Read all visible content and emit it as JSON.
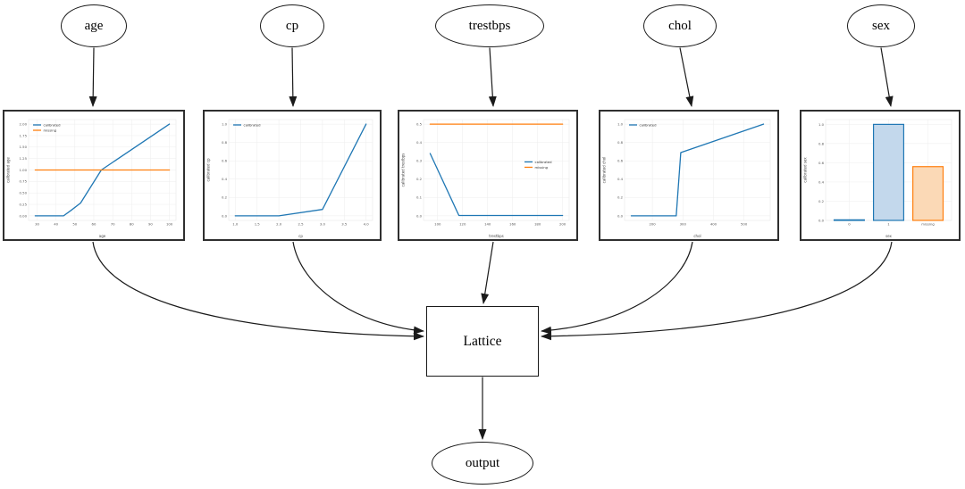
{
  "diagram": {
    "inputs": [
      {
        "label": "age"
      },
      {
        "label": "cp"
      },
      {
        "label": "trestbps"
      },
      {
        "label": "chol"
      },
      {
        "label": "sex"
      }
    ],
    "lattice_label": "Lattice",
    "output_label": "output",
    "colors": {
      "calibrated": "#1f77b4",
      "missing": "#ff7f0e",
      "calibrated_fill": "#c3d8ec",
      "missing_fill": "#fbd9b6",
      "edge_stroke": "#1a1a1a"
    }
  },
  "chart_data": [
    {
      "feature": "age",
      "type": "line",
      "title": "",
      "xlabel": "age",
      "ylabel": "calibrated age",
      "xlim": [
        25.5,
        103.5
      ],
      "ylim": [
        -0.1,
        2.1
      ],
      "xticks": [
        30,
        40,
        50,
        60,
        70,
        80,
        90,
        100
      ],
      "xtick_labels": [
        "30",
        "40",
        "50",
        "60",
        "70",
        "80",
        "90",
        "100"
      ],
      "yticks": [
        0.0,
        0.25,
        0.5,
        0.75,
        1.0,
        1.25,
        1.5,
        1.75,
        2.0
      ],
      "ytick_labels": [
        "0.00",
        "0.25",
        "0.50",
        "0.75",
        "1.00",
        "1.25",
        "1.50",
        "1.75",
        "2.00"
      ],
      "grid": true,
      "legend": {
        "position": "upper-left",
        "entries": [
          "calibrated",
          "missing"
        ]
      },
      "series": [
        {
          "name": "calibrated",
          "color": "#1f77b4",
          "points": [
            [
              29,
              0.0
            ],
            [
              44,
              0.0
            ],
            [
              48,
              0.12
            ],
            [
              53,
              0.28
            ],
            [
              64,
              1.0
            ],
            [
              100,
              2.0
            ]
          ]
        },
        {
          "name": "missing",
          "color": "#ff7f0e",
          "points": [
            [
              29,
              1.0
            ],
            [
              100,
              1.0
            ]
          ]
        }
      ]
    },
    {
      "feature": "cp",
      "type": "line",
      "title": "",
      "xlabel": "cp",
      "ylabel": "calibrated cp",
      "xlim": [
        0.85,
        4.15
      ],
      "ylim": [
        -0.05,
        1.05
      ],
      "xticks": [
        1.0,
        1.5,
        2.0,
        2.5,
        3.0,
        3.5,
        4.0
      ],
      "xtick_labels": [
        "1.0",
        "1.5",
        "2.0",
        "2.5",
        "3.0",
        "3.5",
        "4.0"
      ],
      "yticks": [
        0.0,
        0.2,
        0.4,
        0.6,
        0.8,
        1.0
      ],
      "ytick_labels": [
        "0.0",
        "0.2",
        "0.4",
        "0.6",
        "0.8",
        "1.0"
      ],
      "grid": true,
      "legend": {
        "position": "upper-left",
        "entries": [
          "calibrated"
        ]
      },
      "series": [
        {
          "name": "calibrated",
          "color": "#1f77b4",
          "points": [
            [
              1.0,
              0.0
            ],
            [
              2.0,
              0.0
            ],
            [
              3.0,
              0.07
            ],
            [
              4.0,
              1.0
            ]
          ]
        }
      ]
    },
    {
      "feature": "trestbps",
      "type": "line",
      "title": "",
      "xlabel": "trestbps",
      "ylabel": "calibrated trestbps",
      "xlim": [
        88.7,
        205.3
      ],
      "ylim": [
        -0.025,
        0.525
      ],
      "xticks": [
        100,
        120,
        140,
        160,
        180,
        200
      ],
      "xtick_labels": [
        "100",
        "120",
        "140",
        "160",
        "180",
        "200"
      ],
      "yticks": [
        0.0,
        0.1,
        0.2,
        0.3,
        0.4,
        0.5
      ],
      "ytick_labels": [
        "0.0",
        "0.1",
        "0.2",
        "0.3",
        "0.4",
        "0.5"
      ],
      "grid": true,
      "legend": {
        "position": "center-right",
        "entries": [
          "calibrated",
          "missing"
        ]
      },
      "series": [
        {
          "name": "calibrated",
          "color": "#1f77b4",
          "points": [
            [
              94,
              0.34
            ],
            [
              117,
              0.002
            ],
            [
              200,
              0.002
            ]
          ]
        },
        {
          "name": "missing",
          "color": "#ff7f0e",
          "points": [
            [
              94,
              0.5
            ],
            [
              200,
              0.5
            ]
          ]
        }
      ]
    },
    {
      "feature": "chol",
      "type": "line",
      "title": "",
      "xlabel": "chol",
      "ylabel": "calibrated chol",
      "xlim": [
        109,
        586
      ],
      "ylim": [
        -0.05,
        1.05
      ],
      "xticks": [
        200,
        300,
        400,
        500
      ],
      "xtick_labels": [
        "200",
        "300",
        "400",
        "500"
      ],
      "yticks": [
        0.0,
        0.2,
        0.4,
        0.6,
        0.8,
        1.0
      ],
      "ytick_labels": [
        "0.0",
        "0.2",
        "0.4",
        "0.6",
        "0.8",
        "1.0"
      ],
      "grid": true,
      "legend": {
        "position": "upper-left",
        "entries": [
          "calibrated"
        ]
      },
      "series": [
        {
          "name": "calibrated",
          "color": "#1f77b4",
          "points": [
            [
              131,
              0.0
            ],
            [
              278,
              0.0
            ],
            [
              293,
              0.69
            ],
            [
              564,
              1.0
            ]
          ]
        }
      ]
    },
    {
      "feature": "sex",
      "type": "bar",
      "title": "",
      "xlabel": "sex",
      "ylabel": "calibrated sex",
      "categories": [
        "0",
        "1",
        "missing"
      ],
      "values": [
        0.006,
        1.0,
        0.56
      ],
      "ylim": [
        0,
        1.05
      ],
      "yticks": [
        0.0,
        0.2,
        0.4,
        0.6,
        0.8,
        1.0
      ],
      "ytick_labels": [
        "0.0",
        "0.2",
        "0.4",
        "0.6",
        "0.8",
        "1.0"
      ],
      "grid": true,
      "bar_styles": [
        {
          "fill": "#c3d8ec",
          "edge": "#1f77b4"
        },
        {
          "fill": "#c3d8ec",
          "edge": "#1f77b4"
        },
        {
          "fill": "#fbd9b6",
          "edge": "#ff7f0e"
        }
      ]
    }
  ]
}
